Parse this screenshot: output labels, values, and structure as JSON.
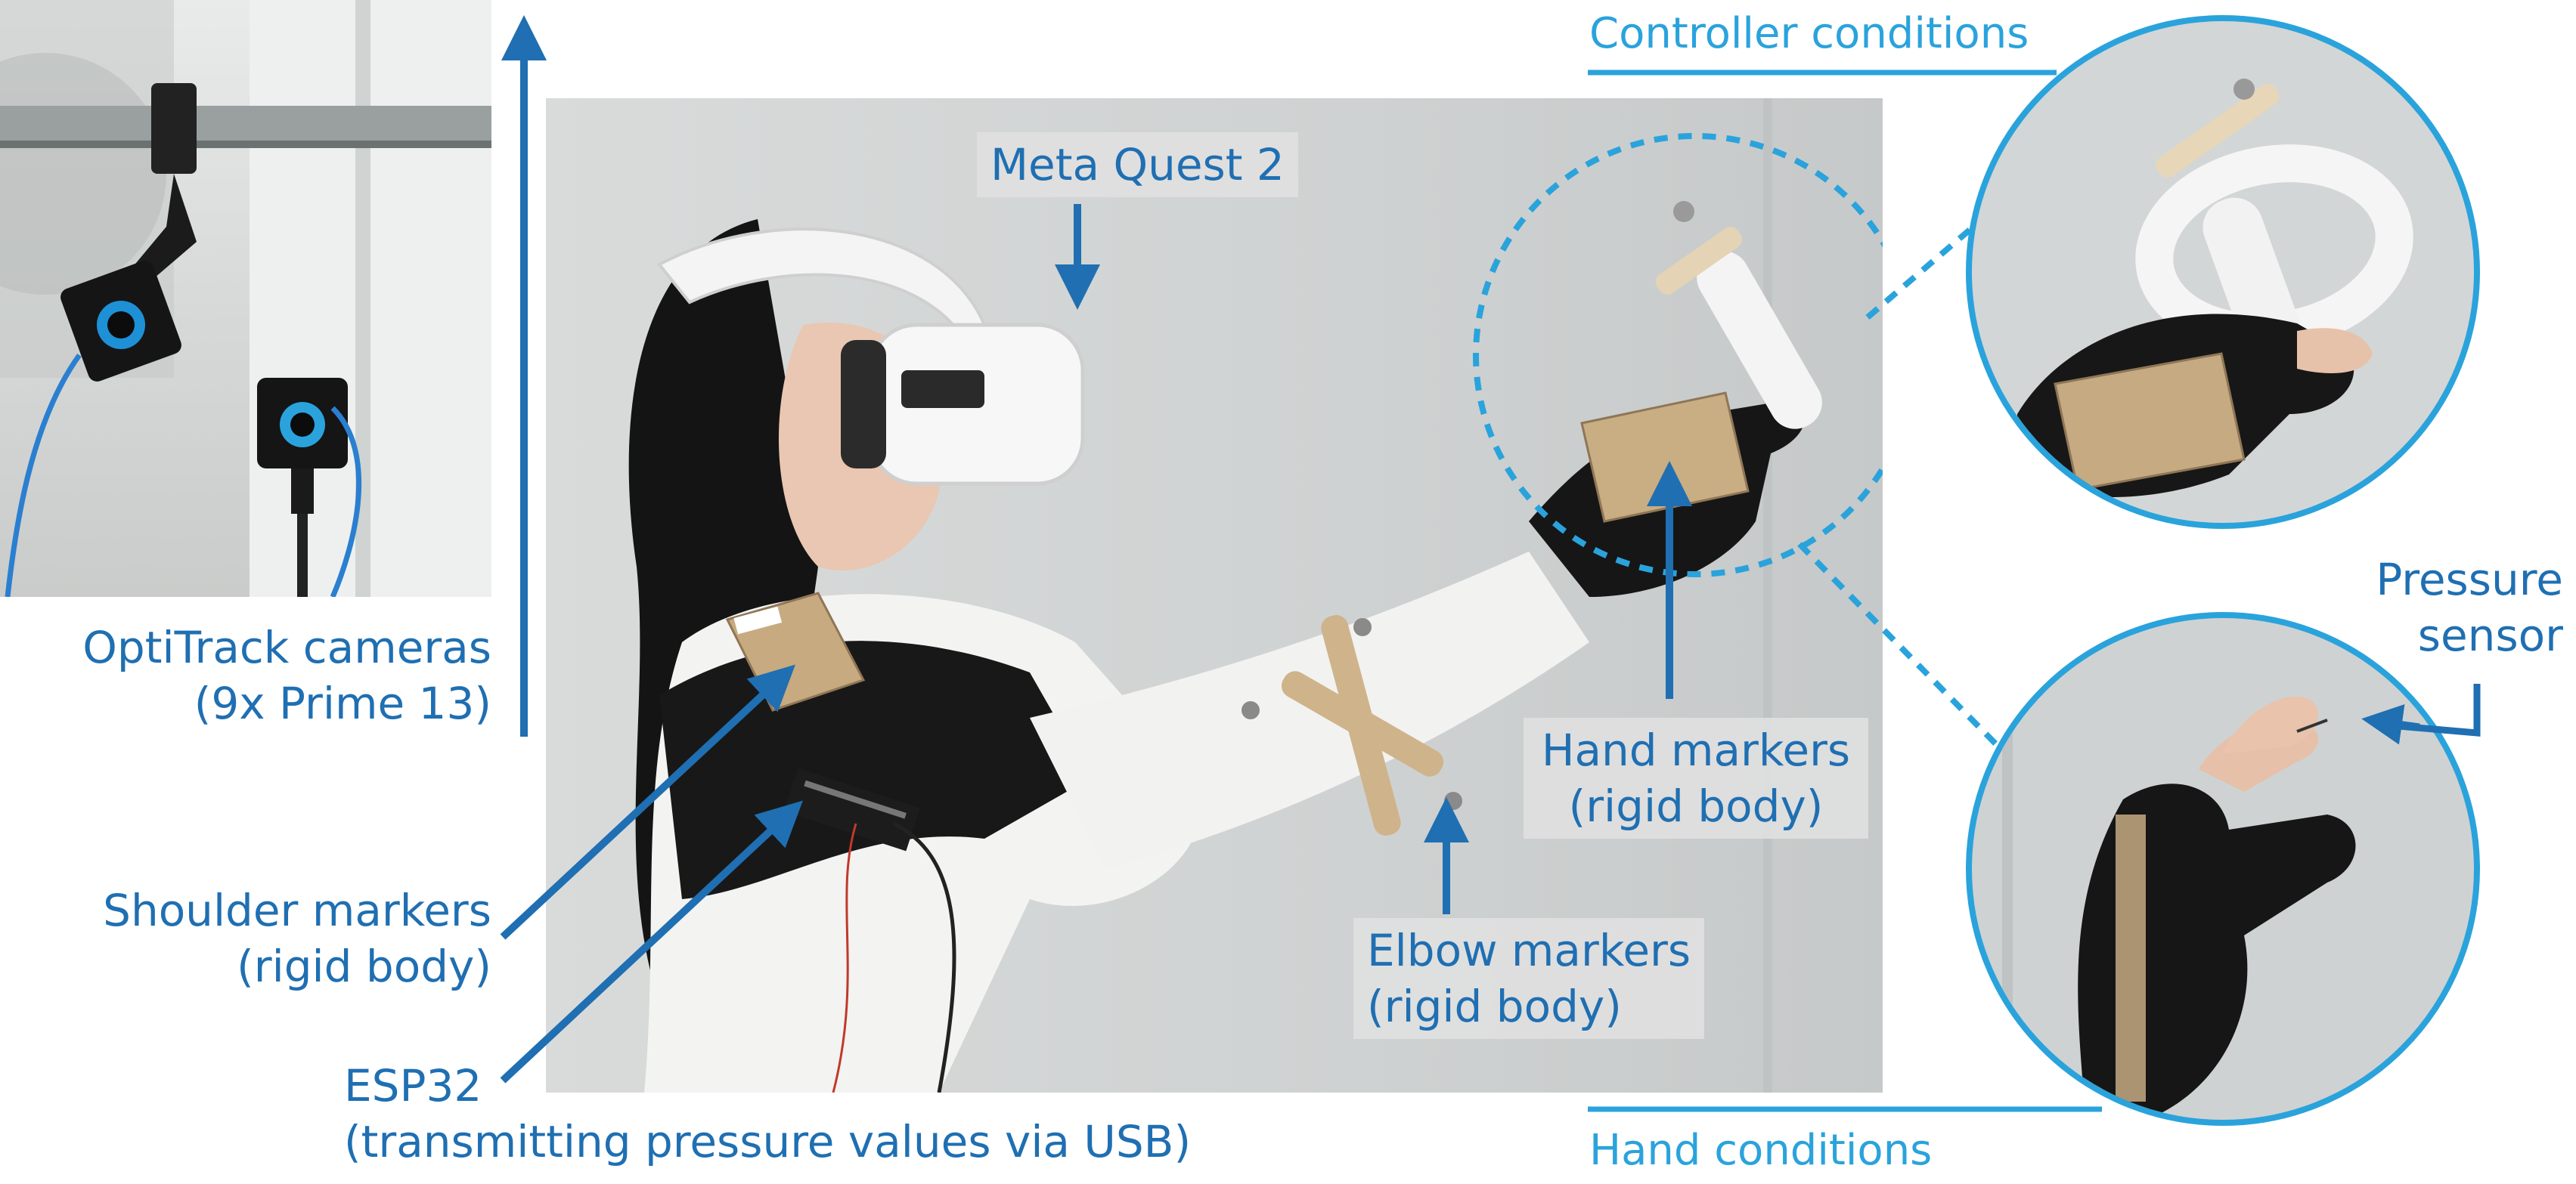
{
  "colors": {
    "label_blue": "#1f6fb2",
    "accent_cyan": "#2aa3dc",
    "label_box_bg": "#e1e1e1"
  },
  "labels": {
    "optitrack_line1": "OptiTrack cameras",
    "optitrack_line2": "(9x Prime 13)",
    "meta_quest": "Meta Quest 2",
    "shoulder_line1": "Shoulder markers",
    "shoulder_line2": "(rigid body)",
    "esp32_line1": "ESP32",
    "esp32_line2": "(transmitting pressure values via USB)",
    "elbow_line1": "Elbow markers",
    "elbow_line2": "(rigid body)",
    "hand_line1": "Hand markers",
    "hand_line2": "(rigid body)",
    "pressure_line1": "Pressure",
    "pressure_line2": "sensor",
    "controller_conditions": "Controller conditions",
    "hand_conditions": "Hand conditions"
  },
  "icons": [
    "optitrack-camera-icon",
    "vr-headset-icon",
    "marker-plate-icon",
    "esp32-board-icon",
    "controller-icon",
    "glove-icon"
  ]
}
